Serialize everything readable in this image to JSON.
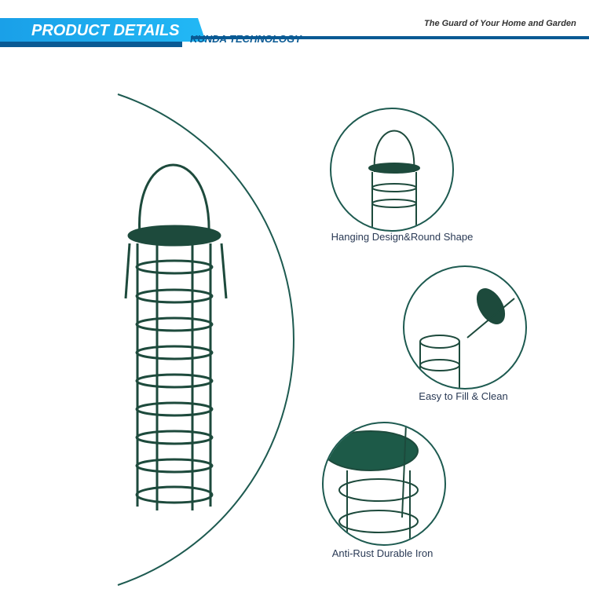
{
  "header": {
    "title": "PRODUCT DETAILS",
    "company": "KUNDA TECHNOLOGY",
    "tagline": "The Guard of Your Home and Garden"
  },
  "features": [
    {
      "caption": "Hanging Design&Round Shape"
    },
    {
      "caption": "Easy to Fill & Clean"
    },
    {
      "caption": "Anti-Rust Durable Iron"
    }
  ],
  "colors": {
    "banner": "#1aa0e8",
    "accent": "#0a5a94",
    "wire": "#1d4a3c"
  }
}
